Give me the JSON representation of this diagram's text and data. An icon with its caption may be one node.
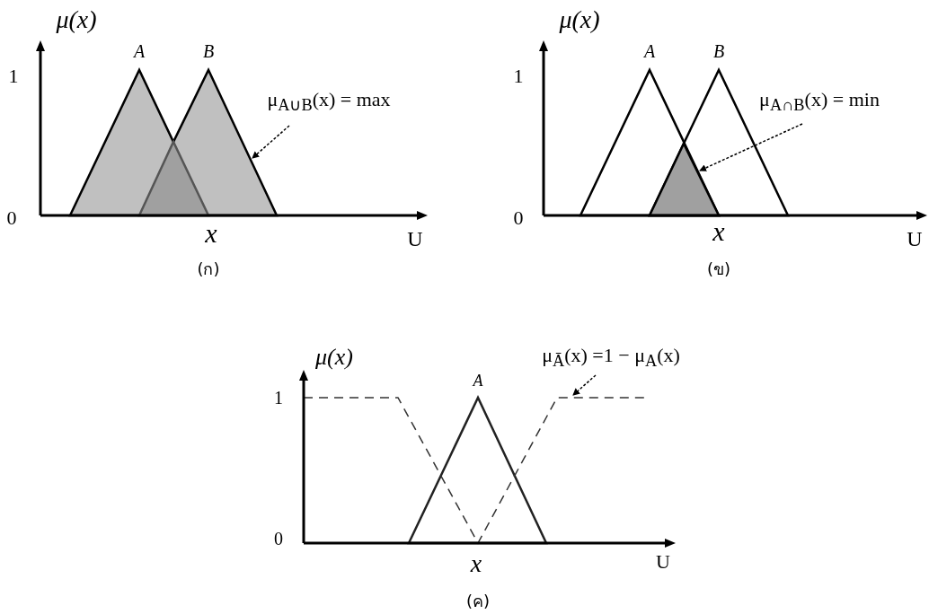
{
  "diagram": {
    "nodes": [
      {
        "text": [
          "μ$_{A∪B}$(x) = max"
        ]
      },
      {
        "text": [],
        "shape": "triangle"
      },
      {
        "text": [
          "μ$_{A∩B}$(x) = min"
        ]
      },
      {
        "text": [],
        "shape": "triangle"
      },
      {
        "text": [
          "μ$_{Ā}$(x) =1 − μ$_{A}$(x)"
        ]
      },
      {
        "text": [],
        "shape": "line"
      }
    ],
    "edges": [
      {
        "from": 0,
        "to": 1,
        "arrow": "to",
        "style": "dashed"
      },
      {
        "from": 2,
        "to": 3,
        "arrow": "to",
        "style": "dashed"
      },
      {
        "from": 4,
        "to": 5,
        "arrow": "to",
        "style": "dashed"
      }
    ],
    "labels": [
      "μ(x)",
      "A",
      "B",
      "1",
      "0",
      "x",
      "U",
      "(ก)",
      "μ(x)",
      "A",
      "B",
      "1",
      "0",
      "x",
      "U",
      "(ข)",
      "μ(x)",
      "A",
      "1",
      "0",
      "x",
      "U",
      "(ค)"
    ]
  }
}
